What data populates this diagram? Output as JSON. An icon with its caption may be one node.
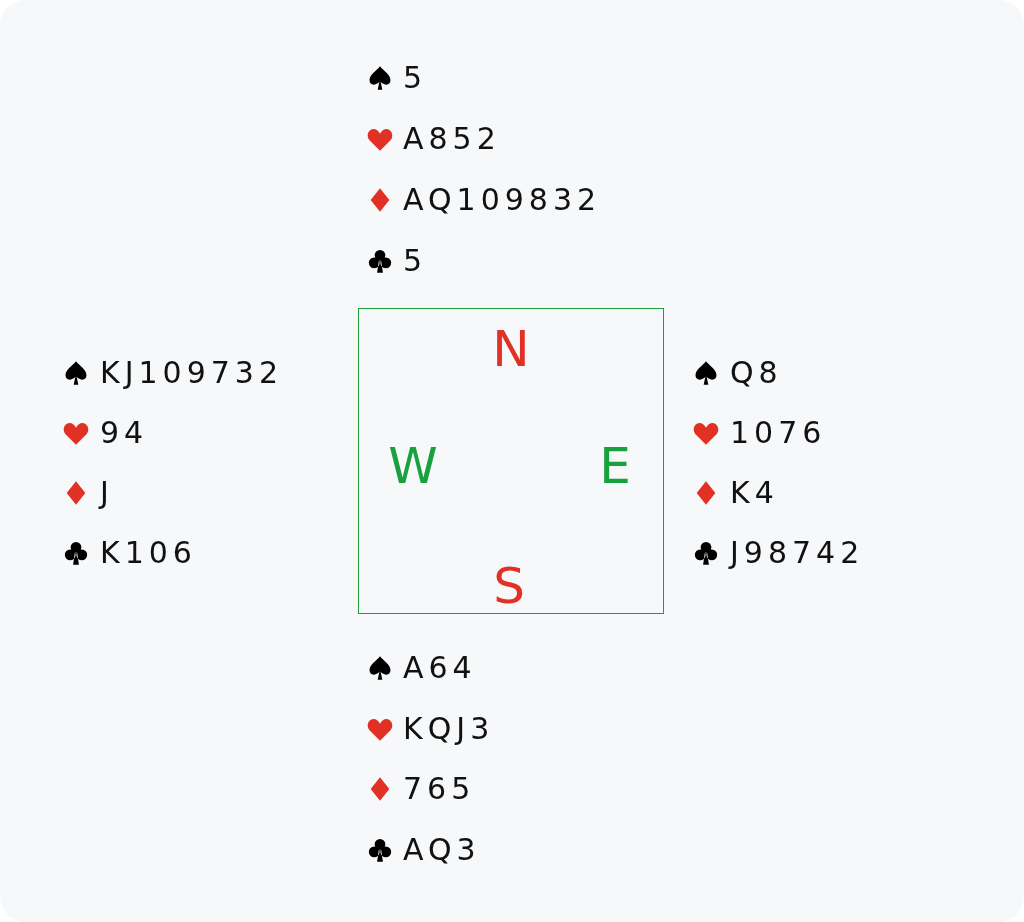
{
  "diagram": {
    "nodes": [
      {
        "text": [
          "N",
          "W",
          "E",
          "S"
        ]
      }
    ],
    "labels": [
      "5",
      "A852",
      "AQ109832",
      "5",
      "KJ109732",
      "94",
      "J",
      "K106",
      "Q8",
      "1076",
      "K4",
      "J98742",
      "A64",
      "KQJ3",
      "765",
      "AQ3"
    ]
  }
}
